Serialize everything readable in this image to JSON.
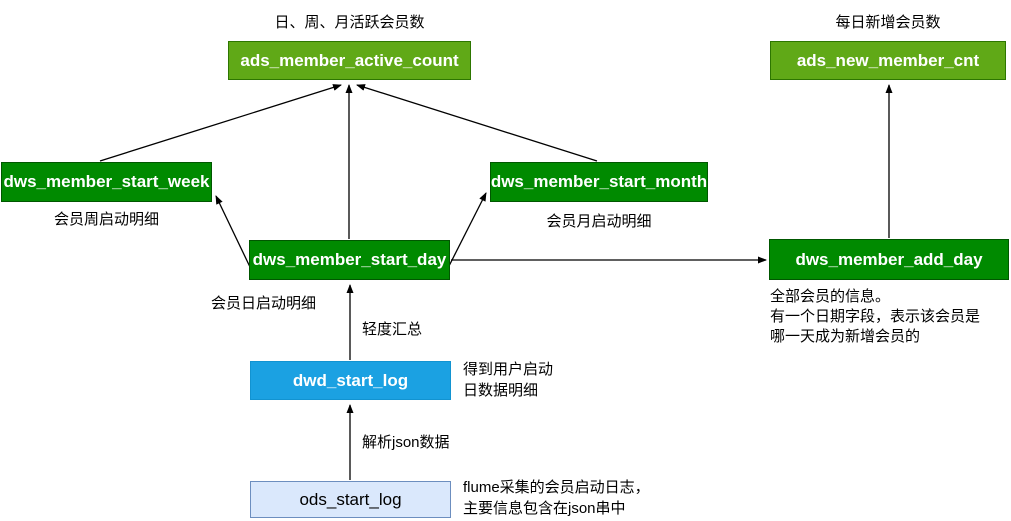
{
  "titles": {
    "active_members": "日、周、月活跃会员数",
    "new_members": "每日新增会员数"
  },
  "nodes": {
    "ads_active": {
      "label": "ads_member_active_count"
    },
    "ads_new": {
      "label": "ads_new_member_cnt"
    },
    "dws_week": {
      "label": "dws_member_start_week",
      "caption": "会员周启动明细"
    },
    "dws_month": {
      "label": "dws_member_start_month",
      "caption": "会员月启动明细"
    },
    "dws_day": {
      "label": "dws_member_start_day",
      "caption": "会员日启动明细"
    },
    "dws_add": {
      "label": "dws_member_add_day",
      "caption_lines": [
        "全部会员的信息。",
        "有一个日期字段，表示该会员是",
        "哪一天成为新增会员的"
      ]
    },
    "dwd": {
      "label": "dwd_start_log",
      "caption_lines": [
        "得到用户启动",
        "日数据明细"
      ]
    },
    "ods": {
      "label": "ods_start_log",
      "caption_lines": [
        "flume采集的会员启动日志，",
        "主要信息包含在json串中"
      ]
    }
  },
  "edge_labels": {
    "aggregate": "轻度汇总",
    "parse_json": "解析json数据"
  },
  "edges": [
    {
      "from": "dws_member_start_week",
      "to": "ads_member_active_count"
    },
    {
      "from": "dws_member_start_day",
      "to": "ads_member_active_count"
    },
    {
      "from": "dws_member_start_month",
      "to": "ads_member_active_count"
    },
    {
      "from": "dws_member_start_day",
      "to": "dws_member_start_week"
    },
    {
      "from": "dws_member_start_day",
      "to": "dws_member_start_month"
    },
    {
      "from": "dws_member_start_day",
      "to": "dws_member_add_day"
    },
    {
      "from": "dws_member_add_day",
      "to": "ads_new_member_cnt"
    },
    {
      "from": "dwd_start_log",
      "to": "dws_member_start_day",
      "label": "轻度汇总"
    },
    {
      "from": "ods_start_log",
      "to": "dwd_start_log",
      "label": "解析json数据"
    }
  ],
  "colors": {
    "ads_fill": "#60a917",
    "ads_stroke": "#2d7600",
    "dws_fill": "#008a00",
    "dws_stroke": "#005700",
    "dwd_fill": "#1ba1e2",
    "ods_fill": "#dae8fc",
    "ods_stroke": "#6c8ebf",
    "arrow": "#000000",
    "text": "#000000"
  }
}
